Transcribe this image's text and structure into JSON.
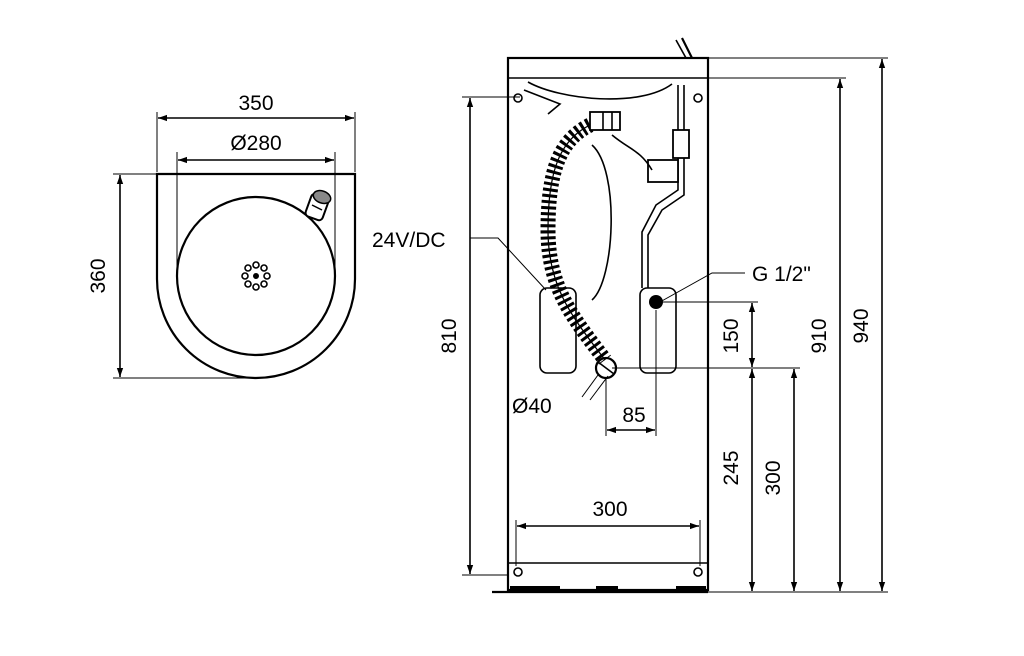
{
  "top_view": {
    "width_label": "350",
    "basin_diameter_label": "Ø280",
    "depth_label": "360"
  },
  "front_view": {
    "power_label": "24V/DC",
    "connection_label": "G 1/2\"",
    "height_810_label": "810",
    "height_910_label": "910",
    "height_940_label": "940",
    "dim_150_label": "150",
    "dim_245_label": "245",
    "dim_300_vertical_label": "300",
    "dim_85_label": "85",
    "drain_diameter_label": "Ø40",
    "base_width_label": "300"
  }
}
